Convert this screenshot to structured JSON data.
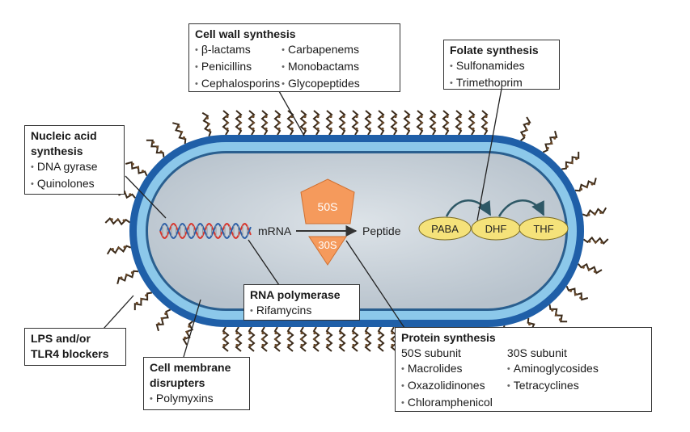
{
  "boxes": {
    "cell_wall": {
      "title": "Cell wall synthesis",
      "col1": [
        "β-lactams",
        "Penicillins",
        "Cephalosporins"
      ],
      "col2": [
        "Carbapenems",
        "Monobactams",
        "Glycopeptides"
      ]
    },
    "folate": {
      "title": "Folate synthesis",
      "items": [
        "Sulfonamides",
        "Trimethoprim"
      ]
    },
    "nucleic": {
      "title_line1": "Nucleic acid",
      "title_line2": "synthesis",
      "items": [
        "DNA gyrase",
        "Quinolones"
      ]
    },
    "rna_pol": {
      "title": "RNA polymerase",
      "items": [
        "Rifamycins"
      ]
    },
    "lps": {
      "title_line1": "LPS and/or",
      "title_line2": "TLR4 blockers"
    },
    "membrane": {
      "title_line1": "Cell membrane",
      "title_line2": "disrupters",
      "items": [
        "Polymyxins"
      ]
    },
    "protein": {
      "title": "Protein synthesis",
      "col1_head": "50S subunit",
      "col1": [
        "Macrolides",
        "Oxazolidinones",
        "Chloramphenicol"
      ],
      "col2_head": "30S subunit",
      "col2": [
        "Aminoglycosides",
        "Tetracyclines"
      ]
    }
  },
  "cell": {
    "mrna": "mRNA",
    "peptide": "Peptide",
    "ribosome_large": "50S",
    "ribosome_small": "30S",
    "folate_nodes": [
      "PABA",
      "DHF",
      "THF"
    ]
  },
  "colors": {
    "outer_wall": "#1f5fa8",
    "inner_wall": "#8cc8ea",
    "cytoplasm": "#c9d3db",
    "ribosome": "#f59a5c",
    "folate_node": "#f5e27a",
    "dna_red": "#d9342b",
    "dna_blue": "#2d5fa6"
  }
}
